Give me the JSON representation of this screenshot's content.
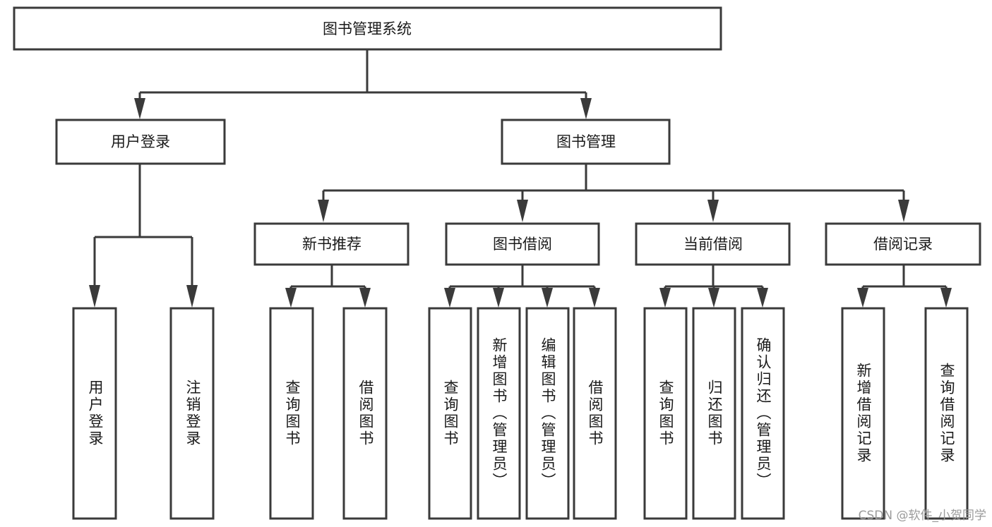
{
  "diagram": {
    "title": "图书管理系统",
    "type": "tree-hierarchy-diagram",
    "colors": {
      "stroke": "#3a3a3a",
      "fill": "#ffffff",
      "text": "#1a1a1a",
      "watermark": "#9b9b9b",
      "background": "#ffffff"
    },
    "root": {
      "label": "图书管理系统"
    },
    "level1": [
      {
        "label": "用户登录"
      },
      {
        "label": "图书管理"
      }
    ],
    "level2": [
      {
        "label": "新书推荐"
      },
      {
        "label": "图书借阅"
      },
      {
        "label": "当前借阅"
      },
      {
        "label": "借阅记录"
      }
    ],
    "leaves": {
      "user_login": [
        {
          "label": "用户登录"
        },
        {
          "label": "注销登录"
        }
      ],
      "new_book_recommend": [
        {
          "label": "查询图书"
        },
        {
          "label": "借阅图书"
        }
      ],
      "book_borrow": [
        {
          "label": "查询图书"
        },
        {
          "label": "新增图书（管理员）"
        },
        {
          "label": "编辑图书（管理员）"
        },
        {
          "label": "借阅图书"
        }
      ],
      "current_borrow": [
        {
          "label": "查询图书"
        },
        {
          "label": "归还图书"
        },
        {
          "label": "确认归还（管理员）"
        }
      ],
      "borrow_record": [
        {
          "label": "新增借阅记录"
        },
        {
          "label": "查询借阅记录"
        }
      ]
    },
    "watermark": "CSDN @软件_小贺同学"
  }
}
